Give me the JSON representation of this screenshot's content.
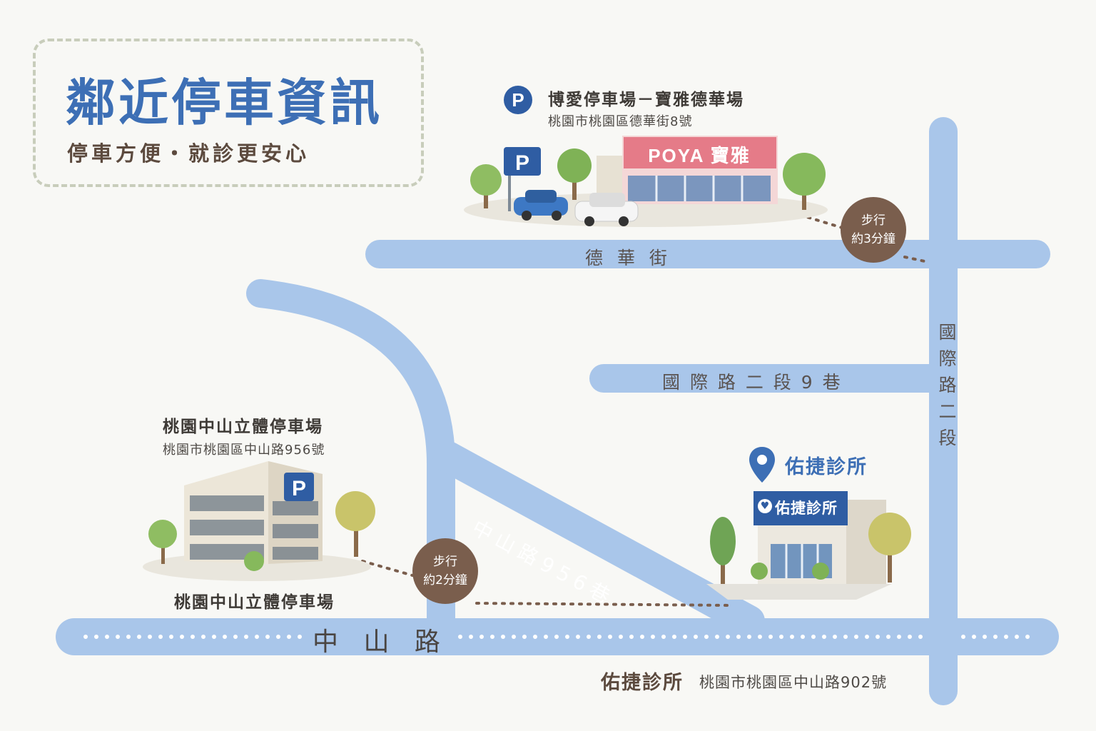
{
  "title": {
    "main": "鄰近停車資訊",
    "subtitle": "停車方便・就診更安心"
  },
  "poya_lot": {
    "icon": "parking-icon",
    "name": "博愛停車場－寶雅德華場",
    "address": "桃園市桃園區德華街8號",
    "sign": "POYA 寶雅",
    "walk_line1": "步行",
    "walk_line2": "約3分鐘"
  },
  "zhongshan_lot": {
    "icon": "parking-icon",
    "name": "桃園中山立體停車場",
    "address": "桃園市桃園區中山路956號",
    "caption": "桃園中山立體停車場",
    "walk_line1": "步行",
    "walk_line2": "約2分鐘"
  },
  "clinic": {
    "icon": "location-pin-icon",
    "name": "佑捷診所",
    "sign": "佑捷診所",
    "footer_name": "佑捷診所",
    "footer_address": "桃園市桃園區中山路902號"
  },
  "roads": {
    "dehua": "德 華 街",
    "guoji_lane": "國 際 路 二 段 9 巷",
    "guoji": "國際路二段",
    "zhongshan_lane": "中山路956巷",
    "zhongshan": "中 山 路"
  },
  "colors": {
    "road": "#a9c6ea",
    "title_blue": "#3d6fb5",
    "walk_badge": "#7a5e4d",
    "walk_path": "#7a5e4d"
  }
}
